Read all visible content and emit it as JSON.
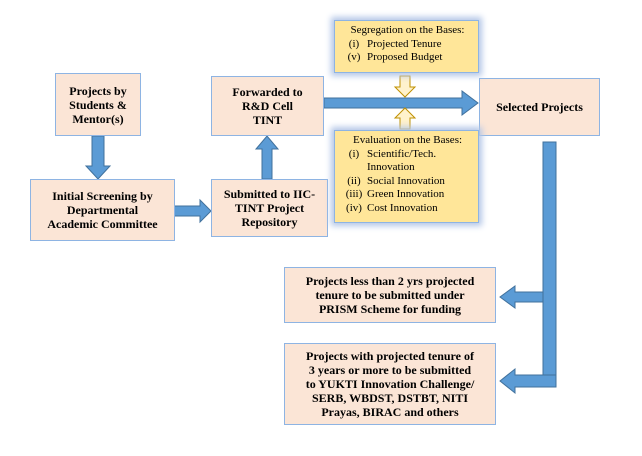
{
  "boxes": {
    "projects_by_students": [
      "Projects by",
      "Students &",
      "Mentor(s)"
    ],
    "initial_screening": [
      "Initial Screening by",
      "Departmental",
      "Academic Committee"
    ],
    "submitted_to_iic": [
      "Submitted to IIC-",
      "TINT Project",
      "Repository"
    ],
    "forwarded_to_rd": [
      "Forwarded to",
      "R&D Cell",
      "TINT"
    ],
    "selected_projects": "Selected Projects",
    "prism_projects": [
      "Projects less than 2 yrs projected",
      "tenure to be submitted under",
      "PRISM Scheme for funding"
    ],
    "yukti_projects": [
      "Projects with projected tenure of",
      "3 years or more to be submitted",
      "to YUKTI Innovation Challenge/",
      "SERB, WBDST, DSTBT, NITI",
      "Prayas, BIRAC and others"
    ]
  },
  "segregation": {
    "header": "Segregation on the Bases:",
    "items": [
      {
        "num": "(i)",
        "text": "Projected Tenure"
      },
      {
        "num": "(v)",
        "text": "Proposed Budget"
      }
    ]
  },
  "evaluation": {
    "header": "Evaluation on the Bases:",
    "items": [
      {
        "num": "(i)",
        "text": "Scientific/Tech.",
        "cont": "Innovation"
      },
      {
        "num": "(ii)",
        "text": "Social Innovation"
      },
      {
        "num": "(iii)",
        "text": "Green Innovation"
      },
      {
        "num": "(iv)",
        "text": "Cost Innovation"
      }
    ]
  },
  "colors": {
    "box_fill": "#fbe5d6",
    "box_border": "#8eb4e3",
    "highlight_fill": "#ffe699",
    "arrow_fill": "#5b9bd5",
    "arrow_stroke": "#41719c",
    "hollow_arrow_fill": "#fff2cc",
    "hollow_arrow_stroke": "#bf9000"
  }
}
